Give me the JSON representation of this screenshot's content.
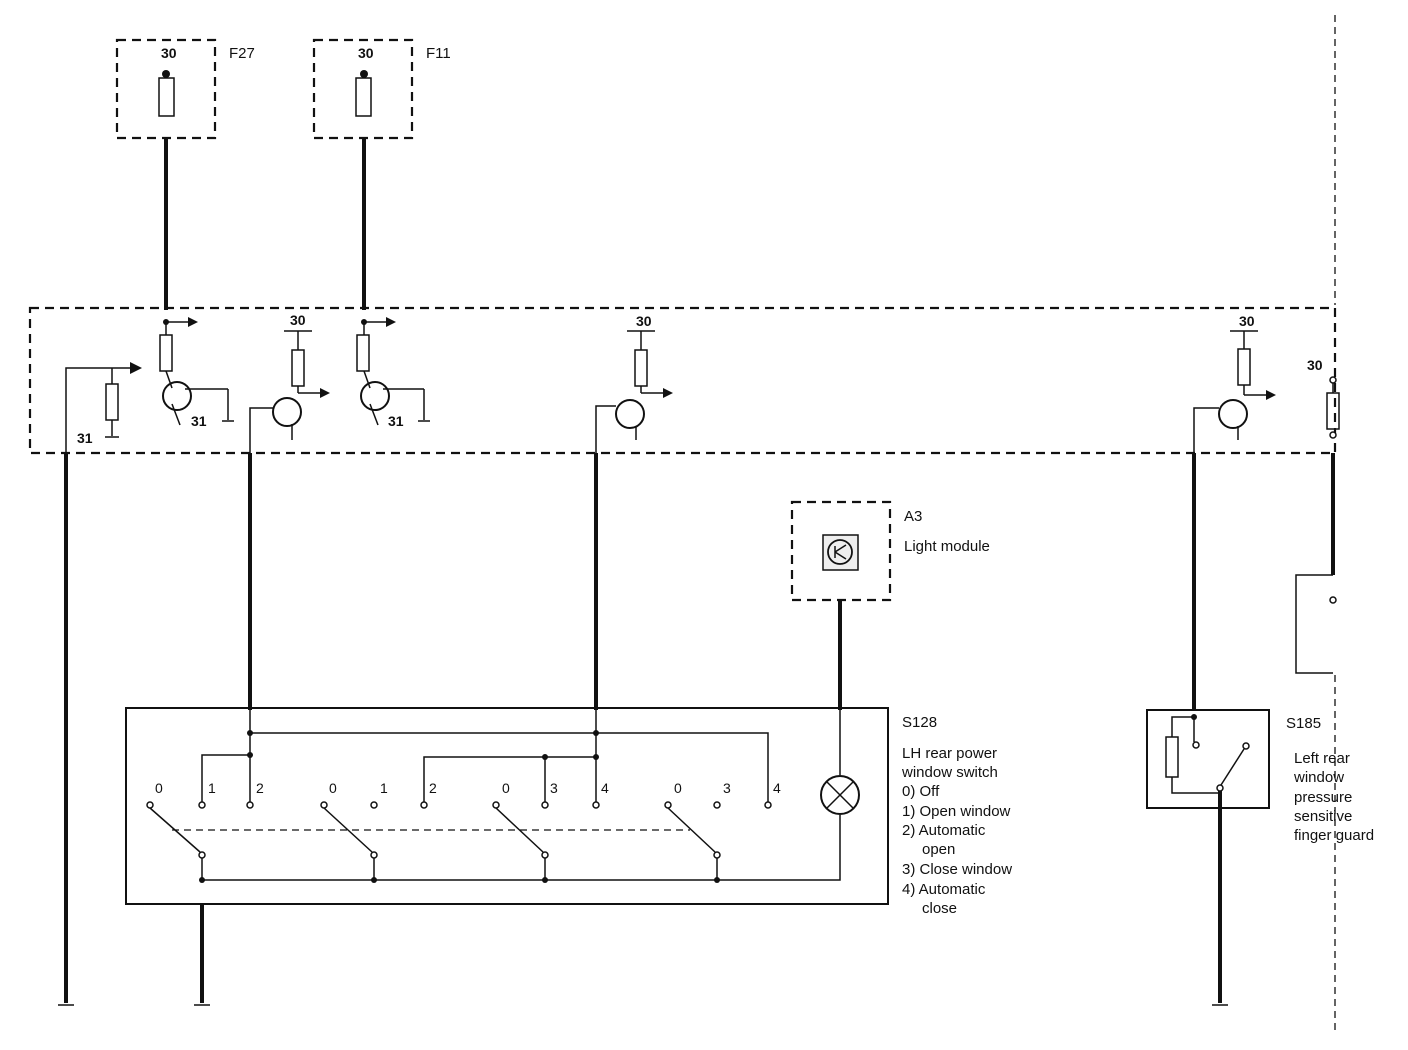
{
  "fuses": {
    "f27": {
      "id": "F27",
      "pin": "30"
    },
    "f11": {
      "id": "F11",
      "pin": "30"
    }
  },
  "module": {
    "pins": {
      "ground_left": "31",
      "ground_t1": "31",
      "ground_t3": "31",
      "supply_t2": "30",
      "supply_t4": "30",
      "supply_t5": "30",
      "supply_right": "30"
    }
  },
  "a3": {
    "id": "A3",
    "name": "Light module"
  },
  "s128": {
    "id": "S128",
    "name_line1": "LH rear power",
    "name_line2": "window switch",
    "legend": [
      "0) Off",
      "1) Open window",
      "2) Automatic",
      "open",
      "3) Close window",
      "4) Automatic",
      "close"
    ],
    "positions": {
      "g1": [
        "0",
        "1",
        "2"
      ],
      "g2": [
        "0",
        "1",
        "2"
      ],
      "g3": [
        "0",
        "3",
        "4"
      ],
      "g4": [
        "0",
        "3",
        "4"
      ]
    }
  },
  "s185": {
    "id": "S185",
    "name": [
      "Left rear",
      "window",
      "pressure",
      "sensitive",
      "finger guard"
    ]
  }
}
